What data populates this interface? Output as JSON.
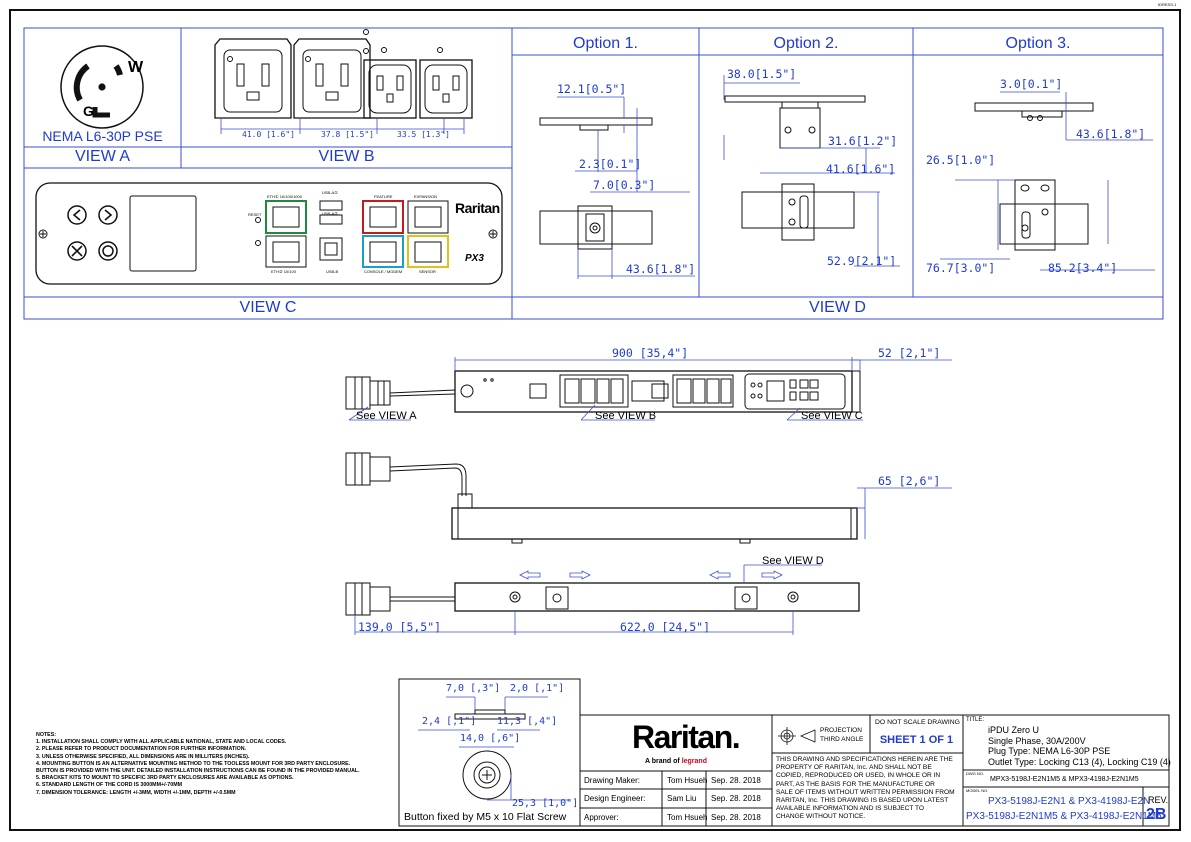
{
  "corner_tag": "IDRESS-1",
  "views": {
    "a_label": "VIEW A",
    "b_label": "VIEW B",
    "c_label": "VIEW C",
    "d_label": "VIEW D",
    "plug_name": "NEMA L6-30P PSE",
    "plug_letter_w": "W",
    "plug_letter_g": "G"
  },
  "view_b_dims": [
    "41.0 [1.6\"]",
    "37.8 [1.5\"]",
    "33.5 [1.3\"]"
  ],
  "view_c": {
    "brand": "Raritan",
    "model_badge": "PX3",
    "port_labels": {
      "eth1": "ETH① 10/100/1000",
      "usb_a1": "USB-A①",
      "usb_a2": "USB-A②",
      "feature": "FEATURE",
      "expansion": "EXPANSION",
      "reset": "RESET",
      "eth2": "ETH② 10/100",
      "usb_b": "USB-B",
      "console": "CONSOLE / MODEM",
      "sensor": "SENSOR"
    }
  },
  "options": {
    "opt1": {
      "label": "Option 1.",
      "d1": "12.1[0.5\"]",
      "d2": "2.3[0.1\"]",
      "d3": "7.0[0.3\"]",
      "d4": "43.6[1.8\"]"
    },
    "opt2": {
      "label": "Option  2.",
      "d1": "38.0[1.5\"]",
      "d2": "31.6[1.2\"]",
      "d3": "41.6[1.6\"]",
      "d4": "52.9[2.1\"]"
    },
    "opt3": {
      "label": "Option 3.",
      "d1": "3.0[0.1\"]",
      "d2": "43.6[1.8\"]",
      "d3": "26.5[1.0\"]",
      "d4": "76.7[3.0\"]",
      "d5": "85.2[3.4\"]"
    }
  },
  "main_dims": {
    "length": "900  [35,4\"]",
    "depth": "52  [2,1\"]",
    "width": "65  [2,6\"]",
    "offset": "139,0  [5,5\"]",
    "spacing": "622,0  [24,5\"]"
  },
  "see_labels": {
    "a": "See VIEW A",
    "b": "See VIEW B",
    "c": "See VIEW C",
    "d": "See VIEW D"
  },
  "button_detail": {
    "d1": "7,0  [,3\"]",
    "d2": "2,0  [,1\"]",
    "d3": "2,4  [,1\"]",
    "d4": "11,3  [,4\"]",
    "d5": "14,0  [,6\"]",
    "d6": "25,3  [1,0\"]",
    "caption": "Button fixed by M5 x 10 Flat Screw"
  },
  "notes": {
    "title": "NOTES:",
    "items": [
      "1. INSTALLATION SHALL COMPLY WITH ALL APPLICABLE NATIONAL, STATE AND LOCAL CODES.",
      "2. PLEASE REFER TO PRODUCT DOCUMENTATION FOR FURTHER INFORMATION.",
      "3. UNLESS OTHERWISE SPECIFIED, ALL DIMENSIONS ARE IN MILLITERS (INCHES).",
      "4. MOUNTING BUTTON IS AN ALTERNATIVE MOUNTING METHOD TO THE TOOLESS MOUNT FOR 3RD PARTY ENCLOSURE.",
      "   BUTTON IS PROVIDED WITH THE UNIT. DETAILED INSTALLATION INSTRUCTIONS CAN BE FOUND IN THE PROVIDED MANUAL.",
      "5. BRACKET KITS TO MOUNT TO SPECIFIC 3RD PARTY ENCLOSURES ARE AVAILABLE AS OPTIONS.",
      "6. STANDARD LENGTH OF THE CORD IS 3000MM+/-70MM",
      "7. DIMENSION TOLERANCE: LENGTH +/-3MM, WIDTH +/-1MM, DEPTH +/-0.5MM"
    ]
  },
  "title_block": {
    "logo": "Raritan.",
    "brand_line_a": "A brand of ",
    "brand_line_b": "legrand",
    "rows": [
      {
        "role": "Drawing Maker:",
        "name": "Tom Hsueh",
        "date": "Sep. 28. 2018"
      },
      {
        "role": "Design Engineer:",
        "name": "Sam Liu",
        "date": "Sep. 28. 2018"
      },
      {
        "role": "Approver:",
        "name": "Tom Hsueh",
        "date": "Sep. 28. 2018"
      }
    ],
    "projection_1": "PROJECTION",
    "projection_2": "THIRD ANGLE",
    "no_scale": "DO NOT SCALE DRAWING",
    "sheet": "SHEET 1 OF 1",
    "disclaimer": [
      "THIS DRAWING AND SPECIFICATIONS HEREIN ARE THE",
      "PROPERTY OF RARITAN, Inc. AND SHALL NOT BE",
      "COPIED, REPRODUCED OR USED, IN WHOLE OR IN",
      "PART, AS THE BASIS FOR THE MANUFACTURE OR",
      "SALE OF ITEMS WITHOUT WRITTEN PERMISSION FROM",
      "RARITAN, Inc. THIS DRAWING IS BASED UPON LATEST",
      "AVAILABLE INFORMATION AND IS SUBJECT TO",
      "CHANGE WITHOUT NOTICE."
    ],
    "title_tag": "TITLE:",
    "title_lines": [
      "iPDU Zero U",
      "Single Phase, 30A/200V",
      "Plug Type: NEMA L6-30P PSE",
      "Outlet Type: Locking C13 (4), Locking C19 (4)"
    ],
    "dwg_tag": "DWG NO.",
    "dwg_no": "MPX3-5198J-E2N1M5 & MPX3-4198J-E2N1M5",
    "model_tag": "MODEL NO.",
    "model_line_1": "PX3-5198J-E2N1 & PX3-4198J-E2N",
    "model_line_2": "PX3-5198J-E2N1M5 & PX3-4198J-E2N1M5",
    "rev_label": "REV.",
    "rev_value": "2B"
  },
  "colors": {
    "accent": "#1f3bd0",
    "line": "#3a4fd6",
    "legrand_red": "#d0021b"
  }
}
